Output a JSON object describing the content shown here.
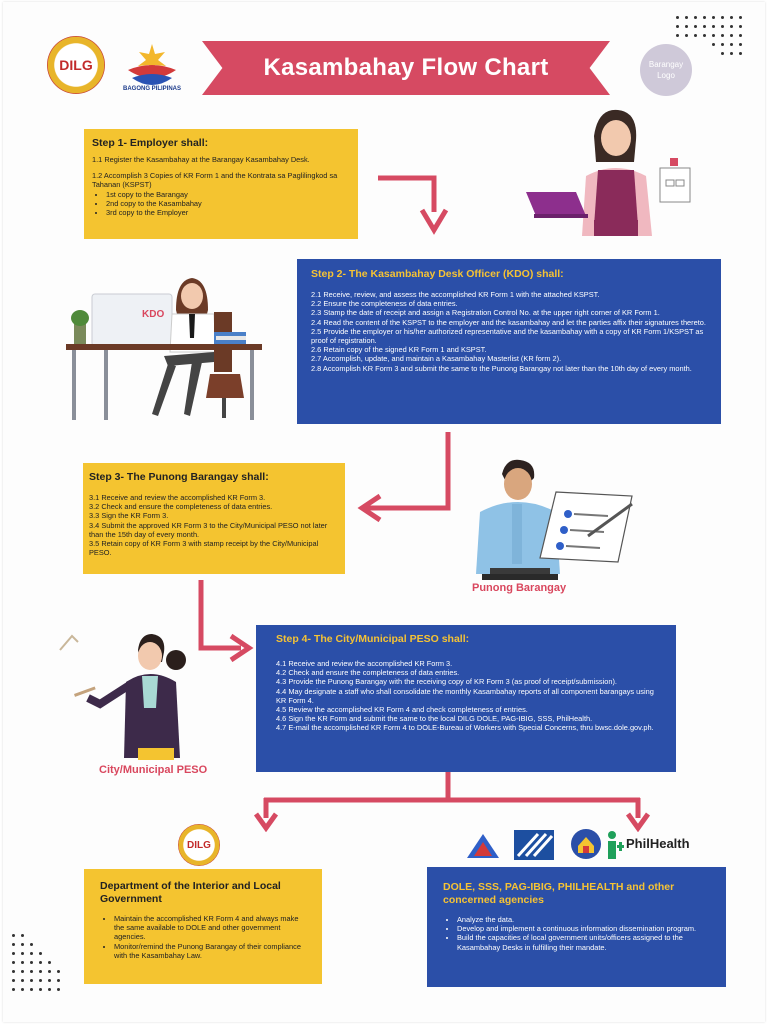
{
  "header": {
    "dilg_logo_text": "DILG",
    "bagong_pilipinas_text": "BAGONG PILIPINAS",
    "title": "Kasambahay Flow Chart",
    "barangay_logo_line1": "Barangay",
    "barangay_logo_line2": "Logo"
  },
  "step1": {
    "title": "Step 1- Employer shall:",
    "lines": [
      "1.1 Register the Kasambahay at the Barangay Kasambahay Desk.",
      "1.2 Accomplish 3 Copies of KR Form 1 and the Kontrata sa Paglilingkod sa Tahanan (KSPST)"
    ],
    "bullets": [
      "1st copy to the Barangay",
      "2nd copy to the Kasambahay",
      "3rd copy to the Employer"
    ]
  },
  "step2": {
    "title": "Step 2- The Kasambahay Desk Officer (KDO) shall:",
    "lines": [
      "2.1 Receive, review, and assess the accomplished KR Form 1 with the attached KSPST.",
      "2.2 Ensure the completeness of data entries.",
      "2.3 Stamp the date of receipt and assign a Registration Control No. at the upper right corner of KR Form 1.",
      "2.4 Read the content of the KSPST to the employer and the kasambahay and let the parties affix their signatures thereto.",
      "2.5 Provide the employer or his/her authorized representative and the kasambahay with a copy of KR Form 1/KSPST as proof of registration.",
      "2.6 Retain copy of the signed KR Form 1 and KSPST.",
      "2.7 Accomplish, update, and maintain a Kasambahay Masterlist (KR form 2).",
      "2.8 Accomplish KR Form 3 and submit the same to the Punong Barangay not later than the 10th day of every month."
    ]
  },
  "kdo_label": "KDO",
  "step3": {
    "title": "Step 3- The Punong Barangay shall:",
    "lines": [
      "3.1 Receive and review the accomplished KR Form 3.",
      "3.2 Check and ensure the completeness of data entries.",
      "3.3 Sign the KR Form 3.",
      "3.4 Submit the approved KR Form 3 to the City/Municipal PESO not later than the 15th day of every month.",
      "3.5 Retain copy of KR Form 3 with stamp receipt by the City/Municipal PESO."
    ]
  },
  "punong_label": "Punong Barangay",
  "step4": {
    "title": "Step 4- The City/Municipal PESO shall:",
    "lines": [
      "4.1 Receive and review the accomplished KR Form 3.",
      "4.2 Check and ensure the completeness of data entries.",
      "4.3 Provide the Punong Barangay with the receiving copy of KR Form 3 (as proof of receipt/submission).",
      "4.4 May designate a staff who shall consolidate the monthly Kasambahay reports of all component barangays using KR Form 4.",
      "4.5 Review the accomplished KR Form 4 and check completeness of entries.",
      "4.6 Sign the KR Form and submit the same to the local DILG DOLE, PAG-IBIG, SSS, PhilHealth.",
      "4.7 E-mail the accomplished KR Form 4 to DOLE-Bureau of Workers with Special Concerns, thru bwsc.dole.gov.ph."
    ]
  },
  "peso_label": "City/Municipal PESO",
  "dilg_box": {
    "title": "Department of the Interior and Local Government",
    "bullets": [
      "Maintain the accomplished KR Form 4 and always make the same available to DOLE and other government agencies.",
      "Monitor/remind the Punong Barangay of their compliance with the Kasambahay Law."
    ]
  },
  "agencies_box": {
    "title": "DOLE, SSS, PAG-IBIG, PHILHEALTH and other concerned agencies",
    "bullets": [
      "Analyze the data.",
      "Develop and implement a continuous information dissemination program.",
      "Build the capacities of local government units/officers assigned to the Kasambahay Desks in fulfilling their mandate."
    ]
  },
  "philhealth_text": "PhilHealth",
  "colors": {
    "accent_red": "#d64a62",
    "yellow_box": "#f4c430",
    "blue_box": "#2b4fa8",
    "blue_title": "#f6c334"
  }
}
